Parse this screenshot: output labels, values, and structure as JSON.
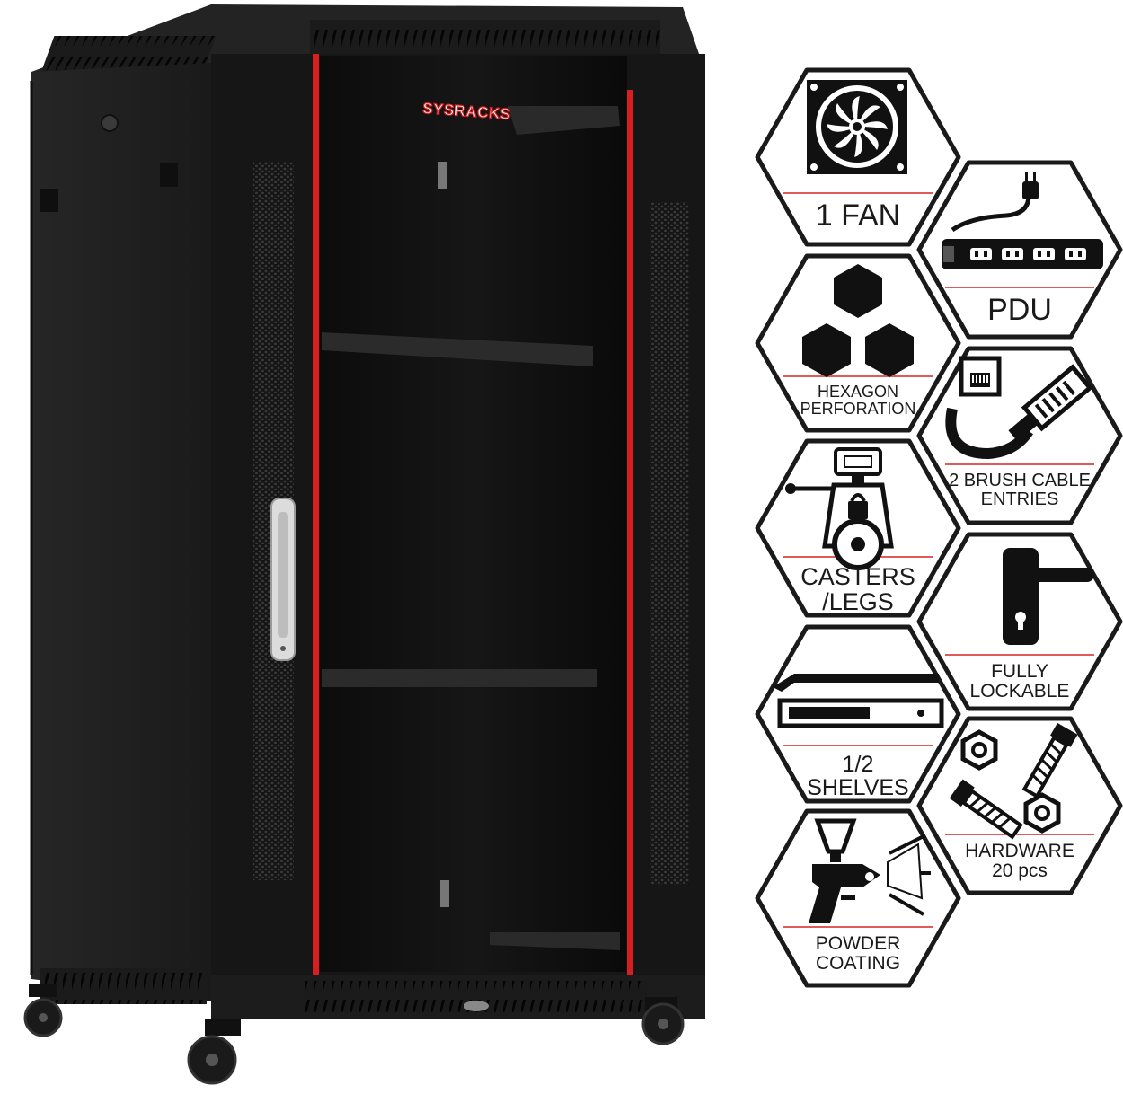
{
  "product": {
    "brand": "SYSRACKS",
    "colors": {
      "cabinet": "#1b1b1b",
      "door_frame": "#121212",
      "accent_red": "#d81e1e",
      "glass": "#0d0d0d",
      "handle": "#d8d8d8"
    }
  },
  "features": [
    {
      "id": "fan",
      "icon": "fan-icon",
      "lines": [
        "1 FAN"
      ]
    },
    {
      "id": "pdu",
      "icon": "power-strip-icon",
      "lines": [
        "PDU"
      ]
    },
    {
      "id": "hexagon",
      "icon": "hexagons-icon",
      "lines": [
        "HEXAGON",
        "PERFORATION"
      ]
    },
    {
      "id": "brush",
      "icon": "ethernet-cable-icon",
      "lines": [
        "2 BRUSH CABLE",
        "ENTRIES"
      ]
    },
    {
      "id": "casters",
      "icon": "caster-wheel-icon",
      "lines": [
        "CASTERS",
        "/LEGS"
      ]
    },
    {
      "id": "lockable",
      "icon": "door-handle-icon",
      "lines": [
        "FULLY",
        "LOCKABLE"
      ]
    },
    {
      "id": "shelves",
      "icon": "shelf-icon",
      "lines": [
        "1/2",
        "SHELVES"
      ]
    },
    {
      "id": "hardware",
      "icon": "screws-nuts-icon",
      "lines": [
        "HARDWARE",
        "20 pcs"
      ]
    },
    {
      "id": "powder",
      "icon": "spray-gun-icon",
      "lines": [
        "POWDER",
        "COATING"
      ]
    }
  ],
  "theme": {
    "hex_stroke": "#1a1a1a",
    "hex_divider": "#e05a5a"
  }
}
